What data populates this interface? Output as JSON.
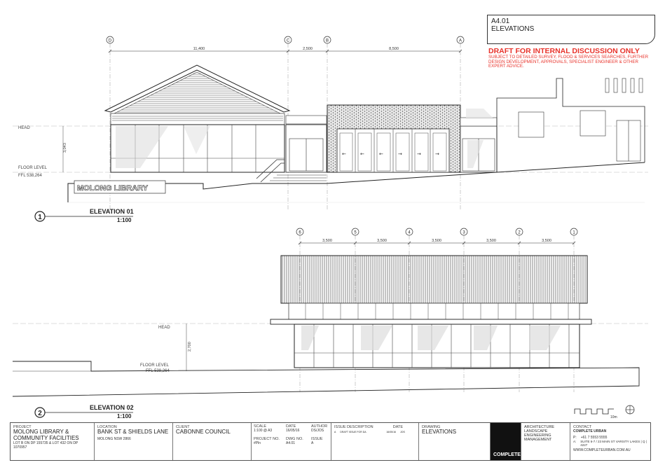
{
  "sheet": {
    "number": "A4.01",
    "name": "ELEVATIONS"
  },
  "draft_note": {
    "heading": "DRAFT FOR INTERNAL DISCUSSION ONLY",
    "body": "SUBJECT TO DETAILED SURVEY, FLOOD & SERVICES SEARCHES, FURTHER DESIGN DEVELOPMENT, APPROVALS, SPECIALIST ENGINEER & OTHER EXPERT ADVICE."
  },
  "elevation1": {
    "number": "1",
    "title": "ELEVATION 01",
    "scale": "1:100",
    "grid_labels": [
      "D",
      "C",
      "B",
      "A"
    ],
    "dimensions": [
      "11,400",
      "2,500",
      "8,500"
    ],
    "head_label": "HEAD",
    "floor_label": "FLOOR LEVEL",
    "ffl_label": "FFL 538,264",
    "height_dim": "3,043",
    "signage": "MOLONG LIBRARY"
  },
  "elevation2": {
    "number": "2",
    "title": "ELEVATION 02",
    "scale": "1:100",
    "grid_labels": [
      "6",
      "5",
      "4",
      "3",
      "2",
      "1"
    ],
    "dimensions": [
      "3,500",
      "3,500",
      "3,500",
      "3,500",
      "3,500"
    ],
    "head_label": "HEAD",
    "floor_label": "FLOOR LEVEL",
    "ffl_label": "FFL 538,264",
    "height_dim": "2,700"
  },
  "scale_bar_label": "10m",
  "title_block": {
    "project_label": "PROJECT",
    "project_name": "MOLONG LIBRARY & COMMUNITY FACILITIES",
    "project_lots": "LOT B ON DP 155735 & LOT 432 ON DP 1070957",
    "location_label": "LOCATION",
    "location_street": "BANK ST & SHIELDS LANE",
    "location_town": "MOLONG NSW 2866",
    "client_label": "CLIENT",
    "client_name": "CABONNE COUNCIL",
    "scale_label": "SCALE",
    "scale_value": "1:100 @ A3",
    "date_label": "DATE",
    "date_value": "16/05/16",
    "author_label": "AUTHOR",
    "author_value": "DS/JOS",
    "project_no_label": "PROJECT NO.",
    "project_no_value": "#Pln",
    "dwg_no_label": "DWG NO.",
    "dwg_no_value": "A4.01",
    "issue_label": "ISSUE",
    "issue_value": "A",
    "issue_desc_label": "ISSUE DESCRIPTION",
    "issue_row_letter": "A",
    "issue_row_desc": "DRAFT ISSUE FOR DA",
    "issue_date_label": "DATE",
    "issue_row_date": "16/05/16",
    "issue_row_author": "JOS",
    "drawing_label": "DRAWING",
    "drawing_value": "ELEVATIONS",
    "logo": "COMPLETE",
    "disciplines": [
      "ARCHITECTURE",
      "LANDSCAPE",
      "ENGINEERING",
      "MANAGEMENT"
    ],
    "contact_label": "CONTACT",
    "contact_company": "COMPLETE URBAN",
    "contact_p_label": "P:",
    "contact_phone": "+61 7 5553 5555",
    "contact_a_label": "A:",
    "contact_address": "SUITE 6-7 / 23 MAIN ST VARSITY LAKES | Q | 4227",
    "contact_web": "WWW.COMPLETEURBAN.COM.AU"
  }
}
